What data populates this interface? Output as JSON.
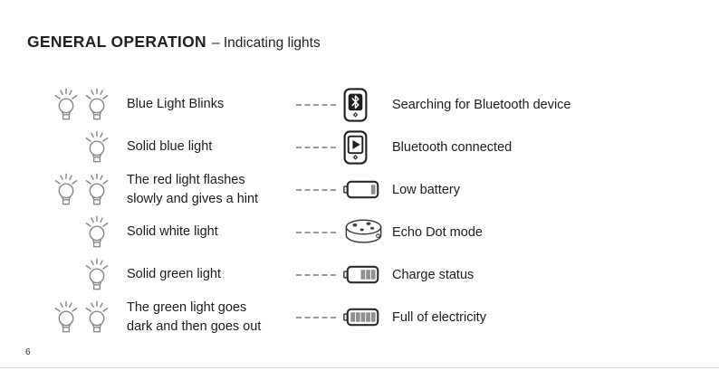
{
  "header": {
    "title_bold": "GENERAL OPERATION",
    "title_rest": "– Indicating lights"
  },
  "footer": {
    "page_number": "6"
  },
  "colors": {
    "text": "#231f20",
    "bulb_gray": "#8a8a8a",
    "icon_black": "#1f1f1f",
    "battery_bar_gray": "#8f8f8f",
    "dash_gray": "#9b9b9b"
  },
  "rows": [
    {
      "bulbs": 2,
      "light": [
        "Blue Light Blinks"
      ],
      "icon": "smartphone-bluetooth",
      "meaning": "Searching for Bluetooth device"
    },
    {
      "bulbs": 1,
      "light": [
        "Solid blue light"
      ],
      "icon": "smartphone-play",
      "meaning": "Bluetooth connected"
    },
    {
      "bulbs": 2,
      "light": [
        "The red light flashes",
        "slowly and gives a hint"
      ],
      "icon": "battery-low",
      "meaning": "Low battery"
    },
    {
      "bulbs": 1,
      "light": [
        "Solid white light"
      ],
      "icon": "echo-dot",
      "meaning": "Echo Dot mode"
    },
    {
      "bulbs": 1,
      "light": [
        "Solid green light"
      ],
      "icon": "battery-charging",
      "meaning": "Charge status"
    },
    {
      "bulbs": 2,
      "light": [
        "The green light goes",
        "dark and then goes out"
      ],
      "icon": "battery-full",
      "meaning": "Full of electricity"
    }
  ]
}
